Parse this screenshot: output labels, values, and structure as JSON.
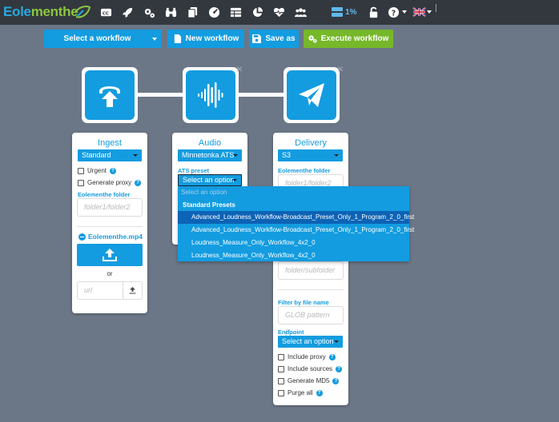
{
  "app": {
    "logo_part1": "Eole",
    "logo_part2": "menthe",
    "usage_percent": "1%"
  },
  "colors": {
    "accent": "#139ce0",
    "green": "#76b82a",
    "navbar": "#33383f",
    "background": "#6b7686",
    "highlight": "#0d63b5"
  },
  "nav_icons": [
    "closed-captions-icon",
    "rocket-icon",
    "cogs-icon",
    "binoculars-icon",
    "copy-icon",
    "dashboard-icon",
    "table-icon",
    "pie-chart-icon",
    "heartbeat-icon",
    "users-icon",
    "server-icon",
    "unlock-icon",
    "help-icon",
    "uk-flag-icon"
  ],
  "toolbar": {
    "select_workflow": "Select a workflow",
    "new_workflow": "New workflow",
    "save_as": "Save as",
    "execute_workflow": "Execute workflow"
  },
  "nodes": {
    "ingest_icon": "upload-icon",
    "audio_icon": "waveform-icon",
    "delivery_icon": "paper-plane-icon",
    "remove_symbol": "×"
  },
  "ingest": {
    "title": "Ingest",
    "profile": "Standard",
    "urgent": "Urgent",
    "generate_proxy": "Generate proxy",
    "folder_label": "Eolementhe folder",
    "folder_placeholder": "folder1/folder2",
    "file_name": "Eolementhe.mp4",
    "or": "or",
    "url_placeholder": "url"
  },
  "audio": {
    "title": "Audio",
    "profile": "Minnetonka ATS",
    "preset_label": "ATS preset",
    "preset_value": "Select an option"
  },
  "delivery": {
    "title": "Delivery",
    "profile": "S3",
    "folder_label": "Eolementhe folder",
    "folder_placeholder": "folder1/folder2",
    "subfolder_placeholder": "folder/subfolder",
    "filter_label": "Filter by file name",
    "filter_placeholder": "GLOB pattern (*...",
    "endpoint_label": "Endpoint",
    "endpoint_value": "Select an option",
    "include_proxy": "Include proxy",
    "include_sources": "Include sources",
    "generate_md5": "Generate MD5",
    "purge_all": "Purge all"
  },
  "dropdown": {
    "placeholder": "Select an option",
    "group": "Standard Presets",
    "options": [
      "Advanced_Loudness_Workflow-Broadcast_Preset_Only_1_Program_2_0_first",
      "Advanced_Loudness_Workflow-Broadcast_Preset_Only_1_Program_2_0_first",
      "Loudness_Measure_Only_Workflow_4x2_0",
      "Loudness_Measure_Only_Workflow_4x2_0"
    ]
  }
}
